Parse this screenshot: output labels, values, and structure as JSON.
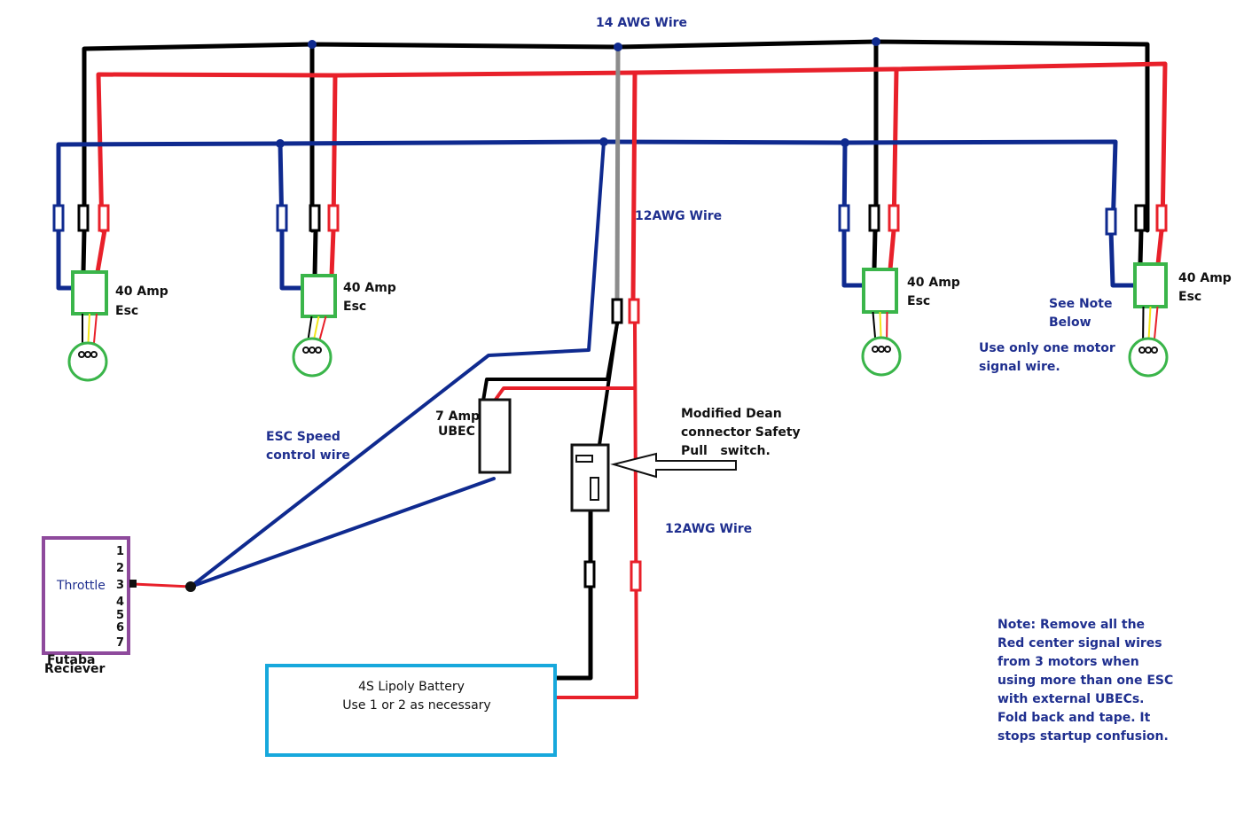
{
  "colors": {
    "ground_wire": "#000000",
    "power_wire": "#e8202a",
    "signal_wire": "#0f2a8f",
    "main_wire": "#8c8c8c",
    "esc_box": "#3ab54a",
    "motor_ring": "#3ab54a",
    "receiver_box": "#8e4a9c",
    "battery_box": "#17a8dc",
    "motor_lead": "#f5e61a",
    "label_blue": "#1f2f8f"
  },
  "labels": {
    "main_wire": "14 AWG Wire",
    "upper_power_wire": "12AWG Wire",
    "lower_power_wire": "12AWG Wire",
    "esc_signal_wire": [
      "ESC Speed",
      "control wire"
    ],
    "ubec": [
      "7 Amp",
      "UBEC"
    ],
    "safety_switch": [
      "Modified Dean",
      "connector Safety",
      "Pull   switch."
    ],
    "see_note": [
      "See Note",
      "Below"
    ],
    "one_signal": [
      "Use only one motor",
      "signal wire."
    ],
    "note": [
      "Note: Remove all the",
      "Red center signal wires",
      "from 3 motors when",
      "using more than one ESC",
      "with external UBECs.",
      "Fold back and tape. It",
      "stops startup confusion."
    ]
  },
  "escs": [
    {
      "line1": "40 Amp",
      "line2": "Esc"
    },
    {
      "line1": "40 Amp",
      "line2": "Esc"
    },
    {
      "line1": "40 Amp",
      "line2": "Esc"
    },
    {
      "line1": "40 Amp",
      "line2": "Esc"
    }
  ],
  "receiver": {
    "channel_label": "Throttle",
    "pins": [
      "1",
      "2",
      "3",
      "4",
      "5",
      "6",
      "7"
    ],
    "name": [
      "Futaba",
      "Reciever"
    ]
  },
  "battery": {
    "line1": "4S Lipoly Battery",
    "line2": "Use 1 or 2 as necessary"
  }
}
